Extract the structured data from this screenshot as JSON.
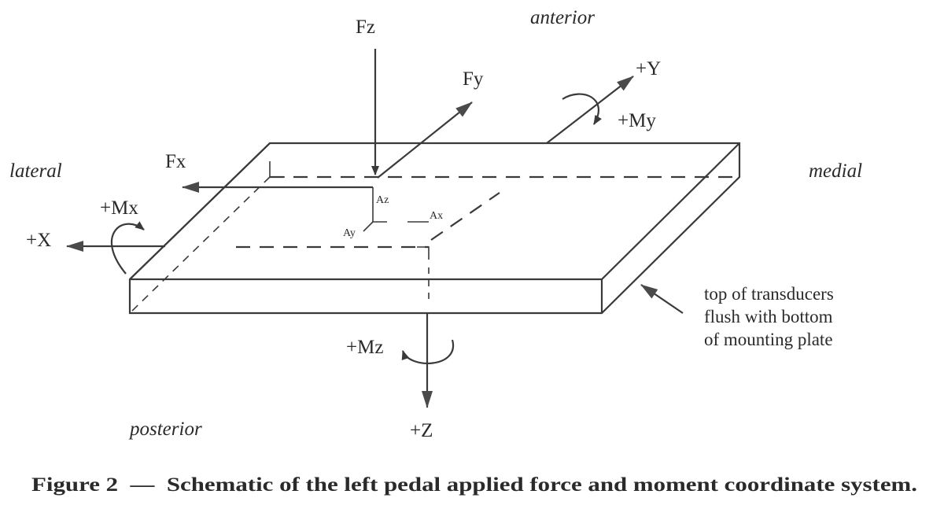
{
  "directions": {
    "anterior": "anterior",
    "posterior": "posterior",
    "lateral": "lateral",
    "medial": "medial"
  },
  "forces": {
    "fz": "Fz",
    "fy": "Fy",
    "fx": "Fx"
  },
  "axes": {
    "plus_x": "+X",
    "plus_y": "+Y",
    "plus_z": "+Z"
  },
  "moments": {
    "plus_mx": "+Mx",
    "plus_my": "+My",
    "plus_mz": "+Mz"
  },
  "offsets": {
    "az": "Az",
    "ay": "Ay",
    "ax": "Ax"
  },
  "note": {
    "line1": "top of transducers",
    "line2": "flush with bottom",
    "line3": "of mounting plate"
  },
  "caption": "Figure 2  —  Schematic of the left pedal applied force and moment coordinate system.",
  "colors": {
    "ink": "#2a2a2a",
    "background": "#ffffff"
  }
}
